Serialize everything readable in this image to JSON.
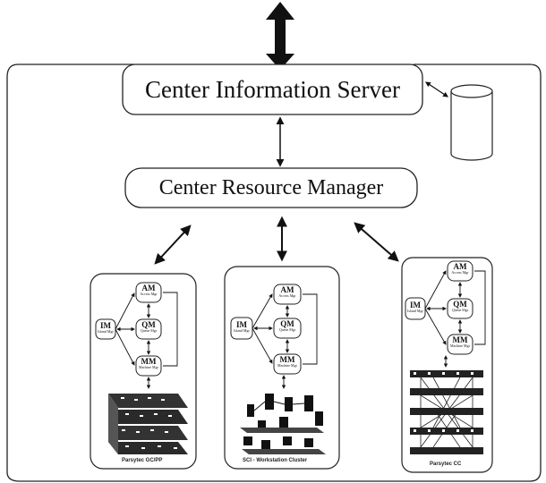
{
  "top": {
    "server_label": "Center Information Server",
    "manager_label": "Center Resource Manager"
  },
  "clusters": [
    {
      "caption": "Parsytec GC/PP",
      "nodes": {
        "am": {
          "abbr": "AM",
          "sub": "Access Mgr"
        },
        "qm": {
          "abbr": "QM",
          "sub": "Queue Mgr"
        },
        "mm": {
          "abbr": "MM",
          "sub": "Machine Mgr"
        },
        "im": {
          "abbr": "IM",
          "sub": "Island Mgr"
        }
      }
    },
    {
      "caption": "SCI - Workstation Cluster",
      "nodes": {
        "am": {
          "abbr": "AM",
          "sub": "Access Mgr"
        },
        "qm": {
          "abbr": "QM",
          "sub": "Queue Mgr"
        },
        "mm": {
          "abbr": "MM",
          "sub": "Machine Mgr"
        },
        "im": {
          "abbr": "IM",
          "sub": "Island Mgr"
        }
      }
    },
    {
      "caption": "Parsytec CC",
      "nodes": {
        "am": {
          "abbr": "AM",
          "sub": "Access Mgr"
        },
        "qm": {
          "abbr": "QM",
          "sub": "Queue Mgr"
        },
        "mm": {
          "abbr": "MM",
          "sub": "Machine Mgr"
        },
        "im": {
          "abbr": "IM",
          "sub": "Island Mgr"
        }
      }
    }
  ]
}
